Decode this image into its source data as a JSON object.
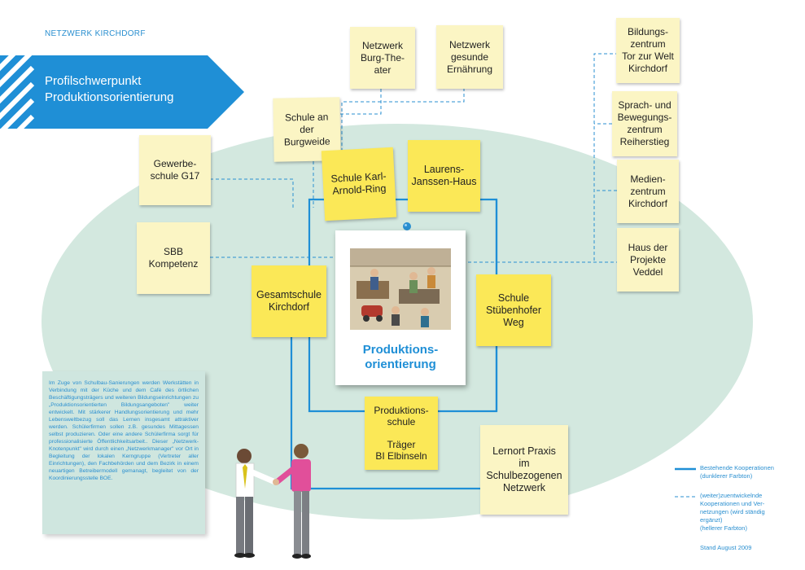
{
  "header": {
    "network": "NETZWERK KIRCHDORF"
  },
  "banner": {
    "line1": "Profilschwerpunkt",
    "line2": "Produktionsorientierung"
  },
  "center": {
    "title": "Produktions-\norientierung"
  },
  "core_notes": {
    "karl_arnold": "Schule Karl-\nArnold-Ring",
    "laurens": "Laurens-\nJanssen-Haus",
    "gesamtschule": "Gesamtschule\nKirchdorf",
    "stuebenhofer": "Schule\nStübenhofer\nWeg",
    "produktionsschule": "Produktions-\nschule\n\nTräger\nBI Elbinseln"
  },
  "partner_notes": {
    "burg_theater": "Netzwerk\nBurg-The-\nater",
    "ernaehrung": "Netzwerk\ngesunde\nErnährung",
    "burgweide": "Schule an\nder\nBurgweide",
    "g17": "Gewerbe-\nschule G17",
    "sbb": "SBB\nKompetenz",
    "bildungszentrum": "Bildungs-\nzentrum\nTor zur Welt\nKirchdorf",
    "sprachzentrum": "Sprach- und\nBewegungs-\nzentrum\nReiherstieg",
    "medienzentrum": "Medien-\nzentrum\nKirchdorf",
    "projekte": "Haus der\nProjekte\nVeddel",
    "lernort": "Lernort Praxis\nim\nSchulbezogenen\nNetzwerk"
  },
  "info_text": "Im Zuge von Schulbau-Sanierungen werden Werkstätten in Verbindung mit der Küche und dem Café des örtlichen Beschäftigungsträgers und weiteren Bildungseinrichtungen zu „Produktionsorientierten Bildungsangeboten\" weiter entwickelt. Mit stärkerer Handlungsorientierung und mehr Lebensweltbezug soll das Lernen insgesamt attraktiver werden. Schülerfirmen sollen z.B. gesundes Mittagessen selbst produzieren. Oder eine andere Schülerfirma sorgt für professionalisierte Öffentlichkeitsarbeit.. Dieser „Netzwerk-Knotenpunkt\" wird durch einen „Netzwerkmanager\" vor Ort in Begleitung der lokalen Kerngruppe (Vertreter aller Einrichtungen), den Fachbehörden und dem Bezirk in einem neuartigen Betreibermodell gemanagt, begleitet von der Koordinierungsstelle BOE.",
  "legend": {
    "solid": "Bestehende Kooperationen\n(dunklerer Farbton)",
    "dashed": "(weiter)zuentwickelnde\nKooperationen und Ver-\nnetzungen (wird ständig\nergänzt)\n(hellerer Farbton)",
    "stand": "Stand August 2009"
  },
  "colors": {
    "blue": "#1f8fd6",
    "ellipse": "#d3e8df",
    "note_light": "#fbf5c4",
    "note_dark": "#fbe857"
  }
}
